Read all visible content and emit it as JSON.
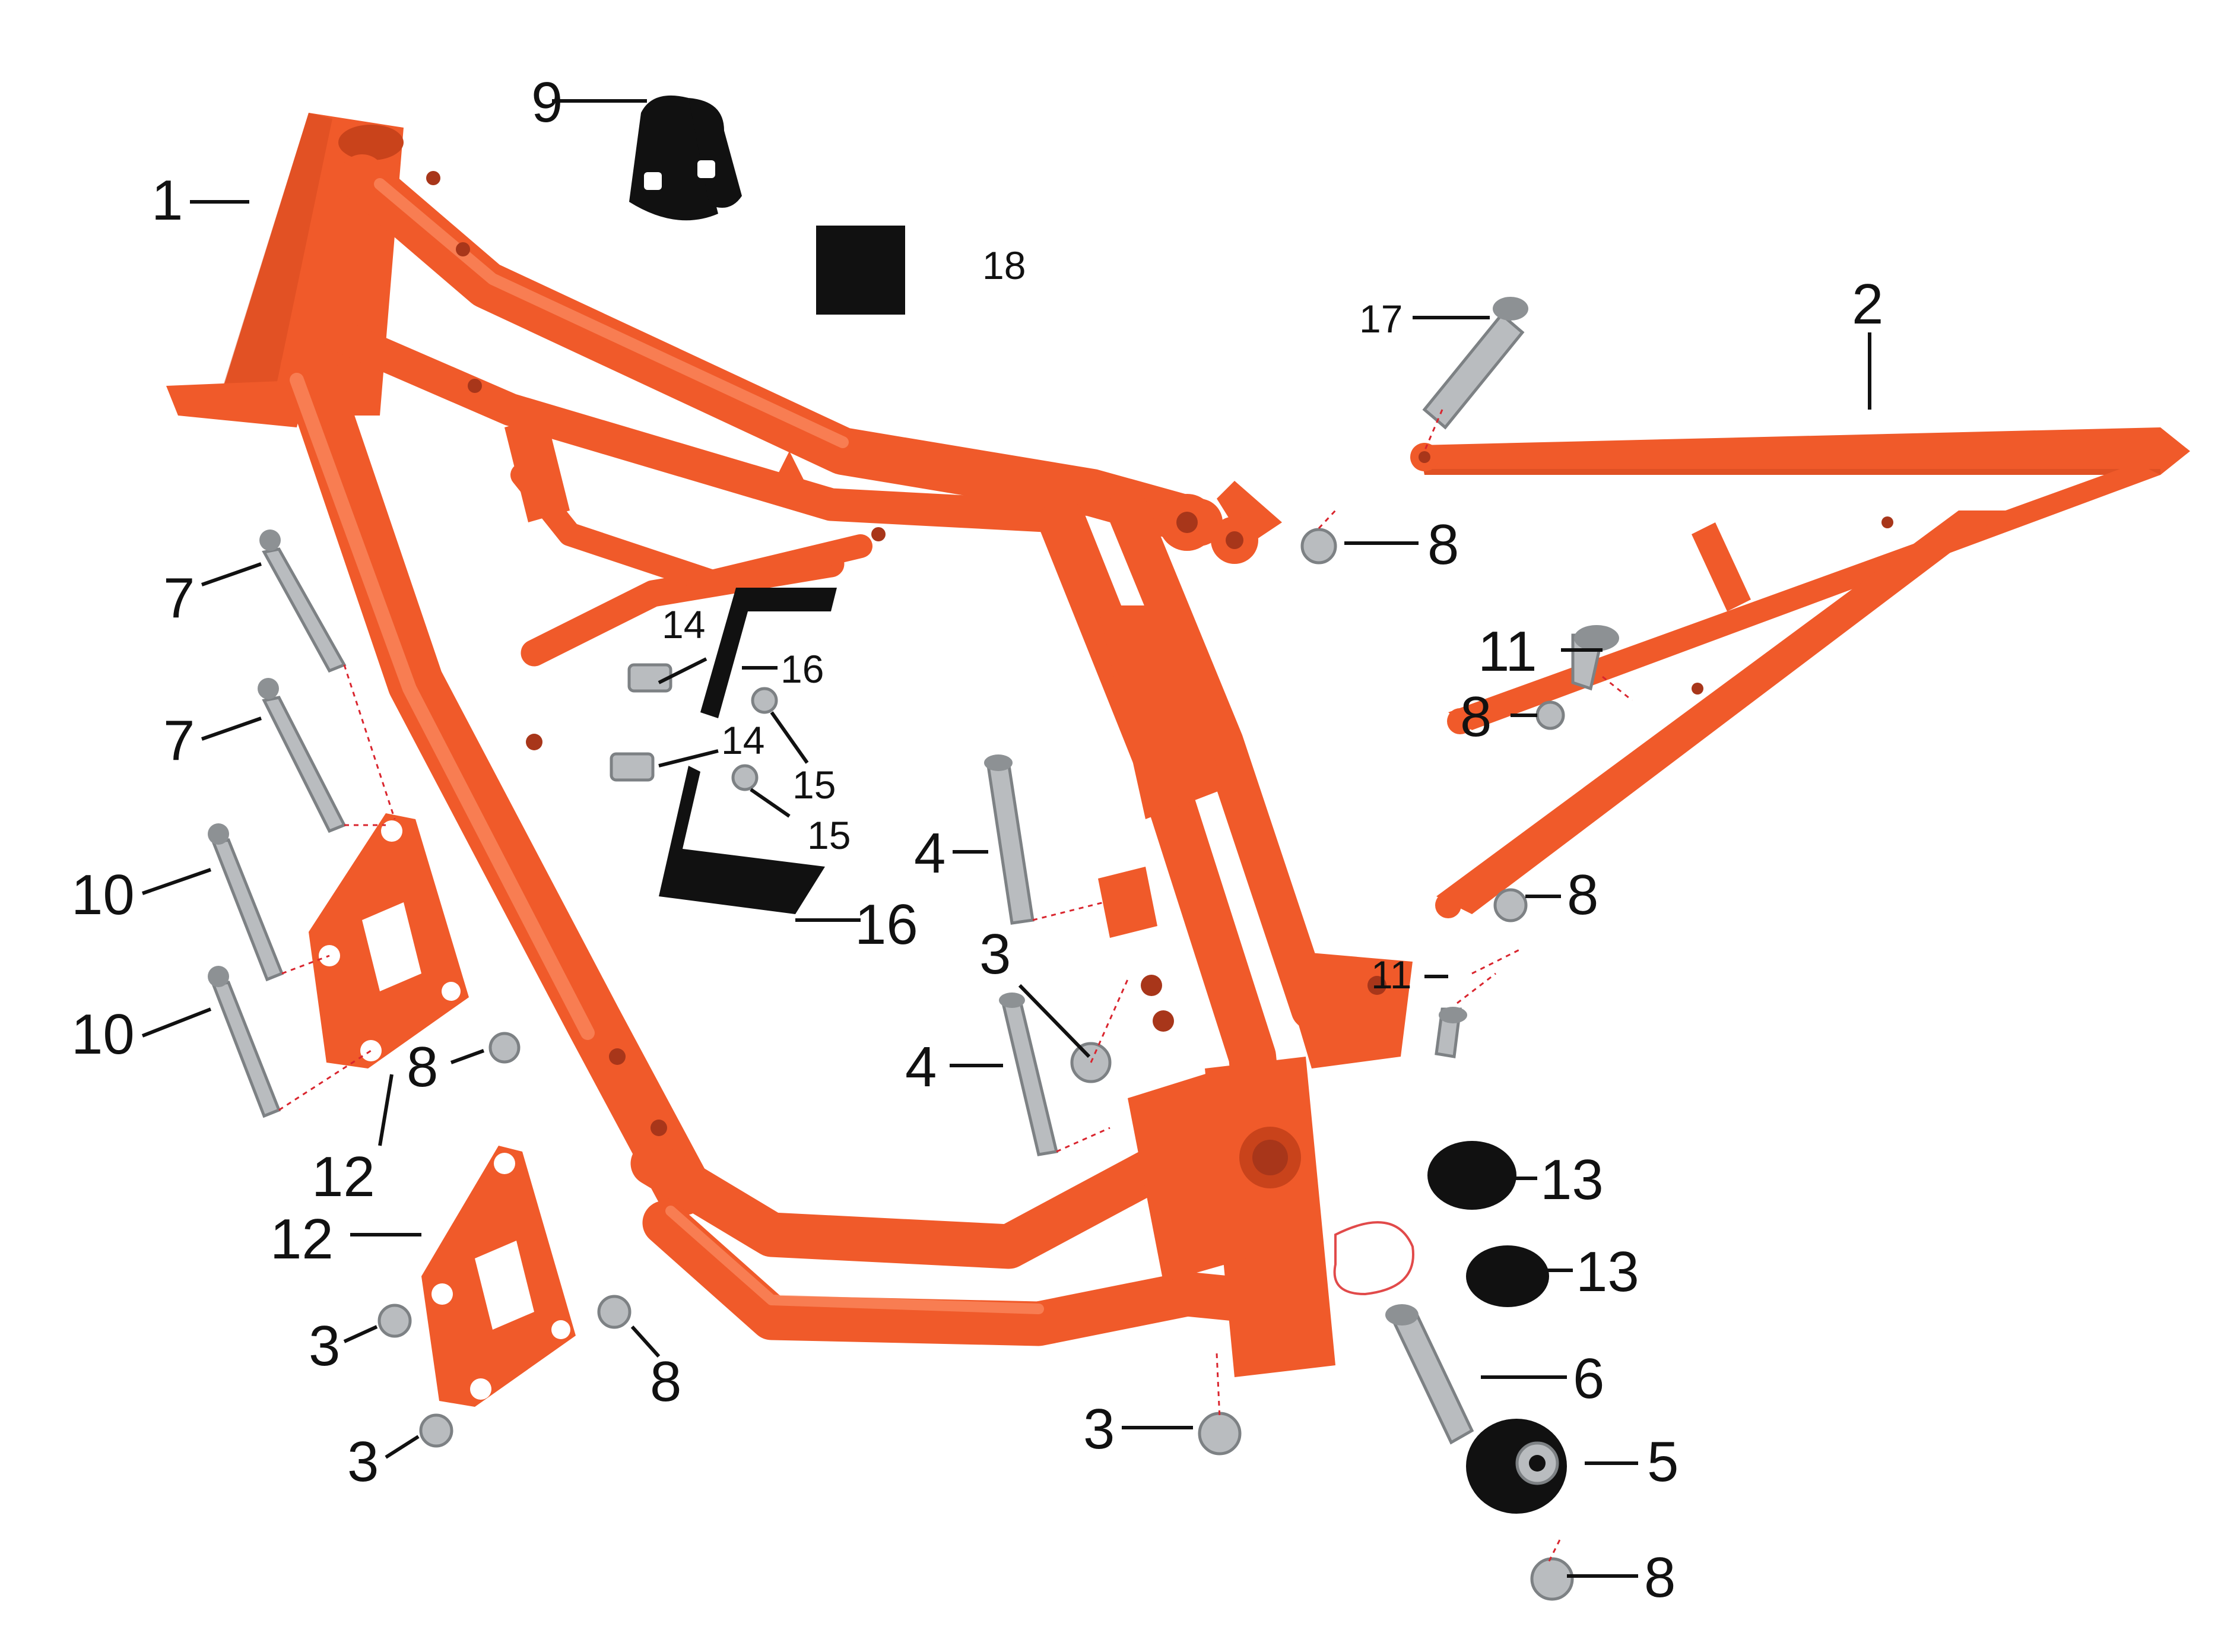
{
  "callouts": [
    {
      "id": "c1",
      "text": "1"
    },
    {
      "id": "c2",
      "text": "2"
    },
    {
      "id": "c3a",
      "text": "3"
    },
    {
      "id": "c3b",
      "text": "3"
    },
    {
      "id": "c3c",
      "text": "3"
    },
    {
      "id": "c3d",
      "text": "3"
    },
    {
      "id": "c4a",
      "text": "4"
    },
    {
      "id": "c4b",
      "text": "4"
    },
    {
      "id": "c5",
      "text": "5"
    },
    {
      "id": "c6",
      "text": "6"
    },
    {
      "id": "c7a",
      "text": "7"
    },
    {
      "id": "c7b",
      "text": "7"
    },
    {
      "id": "c8a",
      "text": "8"
    },
    {
      "id": "c8b",
      "text": "8"
    },
    {
      "id": "c8c",
      "text": "8"
    },
    {
      "id": "c8d",
      "text": "8"
    },
    {
      "id": "c8e",
      "text": "8"
    },
    {
      "id": "c8f",
      "text": "8"
    },
    {
      "id": "c9",
      "text": "9"
    },
    {
      "id": "c10a",
      "text": "10"
    },
    {
      "id": "c10b",
      "text": "10"
    },
    {
      "id": "c11a",
      "text": "11"
    },
    {
      "id": "c11b",
      "text": "11"
    },
    {
      "id": "c12a",
      "text": "12"
    },
    {
      "id": "c12b",
      "text": "12"
    },
    {
      "id": "c13a",
      "text": "13"
    },
    {
      "id": "c13b",
      "text": "13"
    },
    {
      "id": "c14a",
      "text": "14"
    },
    {
      "id": "c14b",
      "text": "14"
    },
    {
      "id": "c15a",
      "text": "15"
    },
    {
      "id": "c15b",
      "text": "15"
    },
    {
      "id": "c16a",
      "text": "16"
    },
    {
      "id": "c16b",
      "text": "16"
    },
    {
      "id": "c17",
      "text": "17"
    },
    {
      "id": "c18",
      "text": "18"
    }
  ],
  "colors": {
    "frame": "#f05a2a",
    "frame_shadow": "#c9431b",
    "hardware": "#b9bcbf",
    "rubber": "#111111",
    "leader": "#111111",
    "assembly_line": "#d9252e"
  }
}
